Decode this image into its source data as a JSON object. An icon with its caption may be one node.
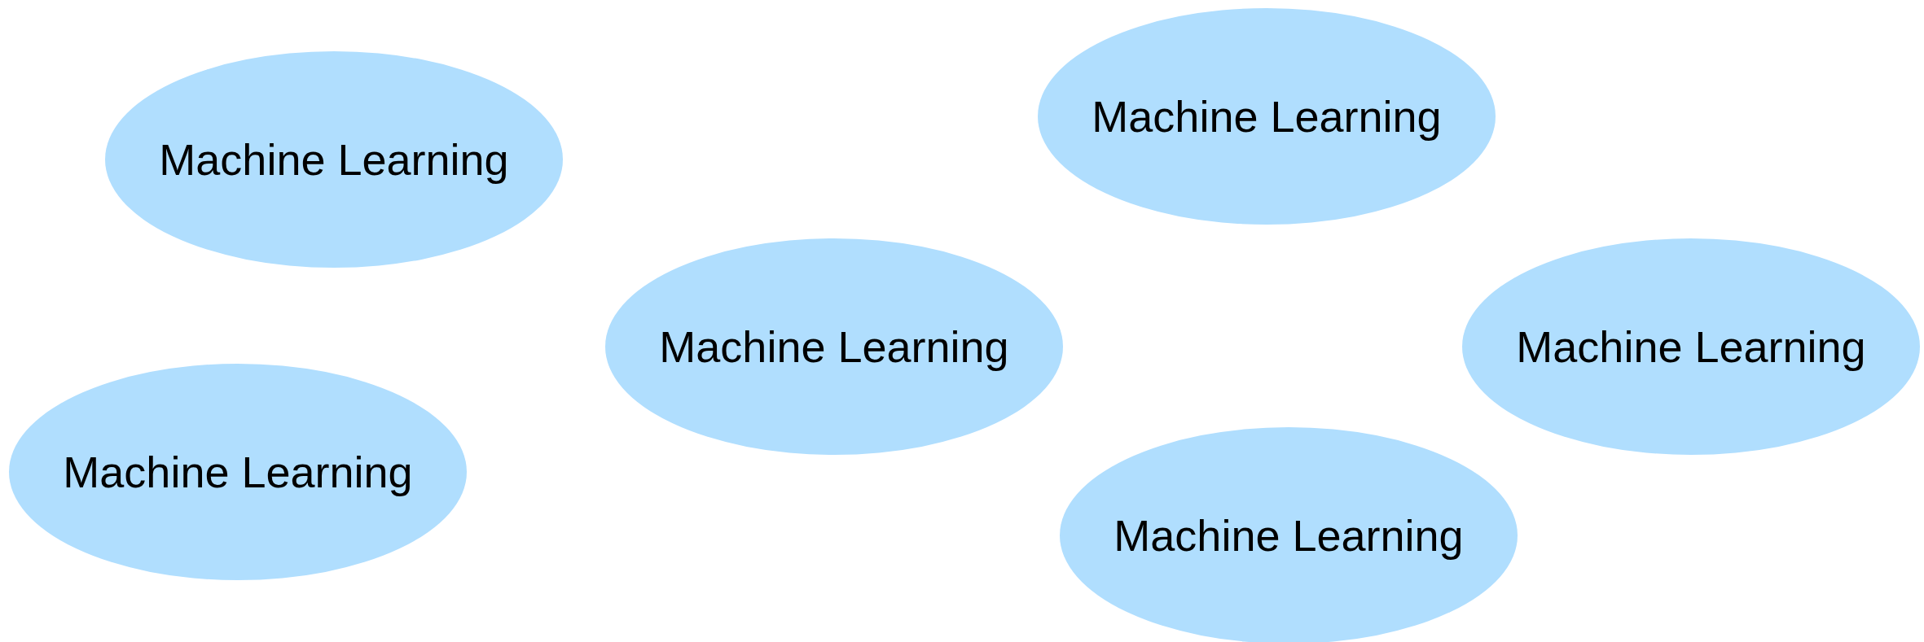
{
  "diagram": {
    "nodes": [
      {
        "text": [
          "Machine Learning"
        ]
      },
      {
        "text": [
          "Machine Learning"
        ]
      },
      {
        "text": [
          "Machine Learning"
        ]
      },
      {
        "text": [
          "Machine Learning"
        ]
      },
      {
        "text": [
          "Machine Learning"
        ]
      },
      {
        "text": [
          "Machine Learning"
        ]
      }
    ]
  }
}
